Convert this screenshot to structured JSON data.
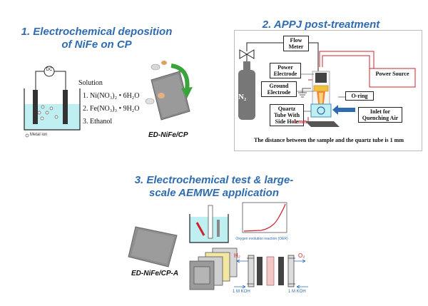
{
  "section1": {
    "title_line1": "1. Electrochemical deposition",
    "title_line2": "of NiFe on CP",
    "dc_label": "DC",
    "solution_heading": "Solution",
    "solution_items": [
      "1. Ni(NO₃)₂ • 6H₂O",
      "2. Fe(NO₃)₃ • 9H₂O",
      "3. Ethanol"
    ],
    "metal_ion_label": "Metal ion",
    "sample_label": "ED-NiFe/CP"
  },
  "section2": {
    "title": "2. APPJ post-treatment",
    "flow_meter": "Flow Meter",
    "power_electrode": "Power Electrode",
    "ground_electrode": "Ground Electrode",
    "power_source": "Power Source",
    "o_ring": "O-ring",
    "quartz_tube": "Quartz Tube With Side Hole",
    "inlet": "Inlet for Quenching Air",
    "gas": "N₂",
    "gap": "1 mm",
    "caption": "The distance between the sample and the quartz tube is 1 mm"
  },
  "section3": {
    "title_line1": "3. Electrochemical test & large-",
    "title_line2": "scale AEMWE application",
    "plot_caption": "Oxygen evolution reaction (OER)",
    "sample_label": "ED-NiFe/CP-A",
    "h2": "H₂",
    "o2": "O₂",
    "koh_left": "1 M KOH",
    "koh_right": "1 M KOH"
  },
  "colors": {
    "heading_blue": "#2e6bb0",
    "red_wire": "#d0202a",
    "cyan_liquid": "#bfeff0"
  }
}
